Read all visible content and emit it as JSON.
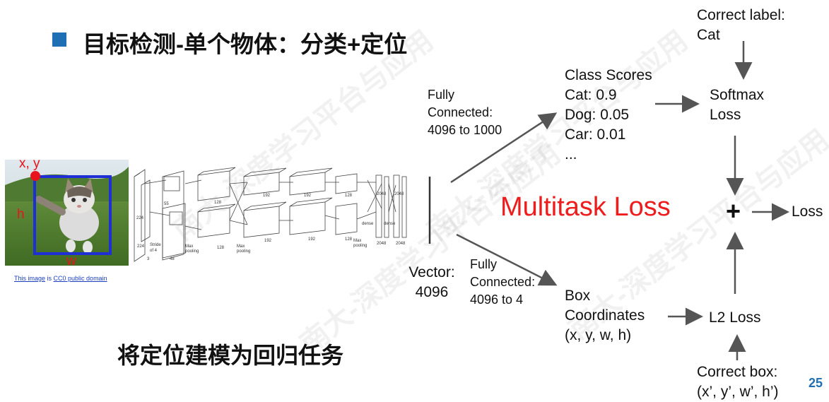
{
  "slide": {
    "title": "目标检测-单个物体：分类+定位",
    "subtitle": "将定位建模为回归任务",
    "page_number": "25",
    "accent_color": "#1f6fb4",
    "highlight_color": "#ee1c1c"
  },
  "image_panel": {
    "label_xy": "x, y",
    "label_h": "h",
    "label_w": "w",
    "credit_prefix": "This image",
    "credit_middle": " is ",
    "credit_link": "CC0 public domain"
  },
  "network": {
    "fc_top": [
      "Fully",
      "Connected:",
      "4096 to 1000"
    ],
    "fc_bottom": [
      "Fully",
      "Connected:",
      "4096 to 4"
    ],
    "vector": [
      "Vector:",
      "4096"
    ]
  },
  "class_scores": {
    "heading": "Class Scores",
    "items": [
      "Cat: 0.9",
      "Dog: 0.05",
      "Car: 0.01",
      "..."
    ]
  },
  "box": {
    "lines": [
      "Box",
      "Coordinates",
      "(x, y, w, h)"
    ]
  },
  "losses": {
    "correct_label": [
      "Correct label:",
      "Cat"
    ],
    "softmax": [
      "Softmax",
      "Loss"
    ],
    "multitask": "Multitask Loss",
    "plus": "+",
    "total": "Loss",
    "l2": "L2 Loss",
    "correct_box": [
      "Correct box:",
      "(x’, y’, w’, h’)"
    ]
  },
  "watermark": "南大-深度学习平台与应用"
}
